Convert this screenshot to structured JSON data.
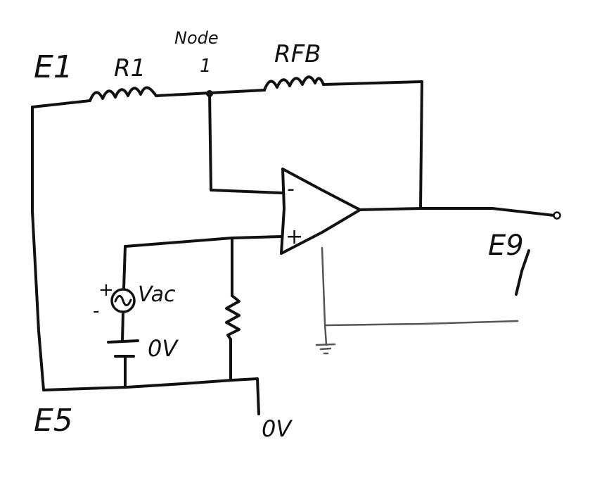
{
  "labels": {
    "e1": "E1",
    "r1": "R1",
    "node": "Node",
    "node_num": "1",
    "rfb": "RFB",
    "opamp_minus": "-",
    "opamp_plus": "+",
    "vac": "Vac",
    "source_plus": "+",
    "source_minus": "-",
    "battery_label": "0V",
    "e5": "E5",
    "ground_label": "0V",
    "e9": "E9"
  },
  "colors": {
    "ink": "#111111",
    "ink_light": "#555555",
    "background": "#ffffff"
  }
}
